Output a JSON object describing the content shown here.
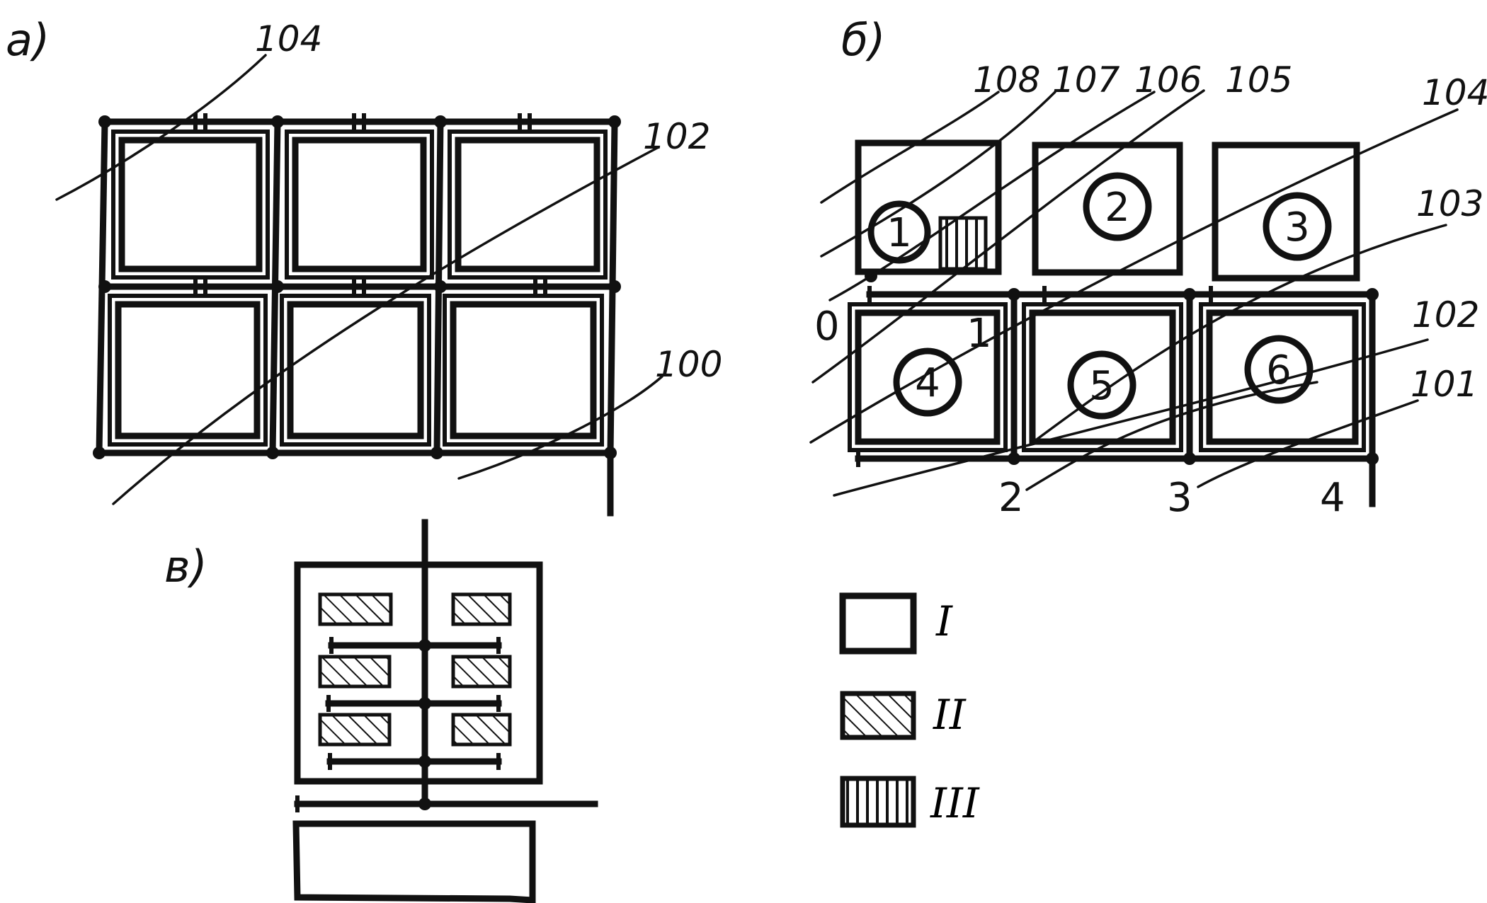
{
  "panels": {
    "a": {
      "label": "а)",
      "callouts": [
        "104",
        "102",
        "100"
      ]
    },
    "b": {
      "label": "б)",
      "callouts": [
        "108",
        "107",
        "106",
        "105",
        "104",
        "103",
        "102",
        "101"
      ],
      "plots": [
        "1",
        "2",
        "3",
        "4",
        "5",
        "6"
      ],
      "axis_numbers": [
        "0",
        "1",
        "2",
        "3",
        "4"
      ]
    },
    "v": {
      "label": "в)"
    }
  },
  "legend": [
    {
      "label": "I",
      "fill": "blank"
    },
    {
      "label": "II",
      "fill": "diagonal-hatch"
    },
    {
      "label": "III",
      "fill": "vertical-hatch"
    }
  ],
  "colors": {
    "ink": "#111111",
    "paper": "#ffffff"
  }
}
